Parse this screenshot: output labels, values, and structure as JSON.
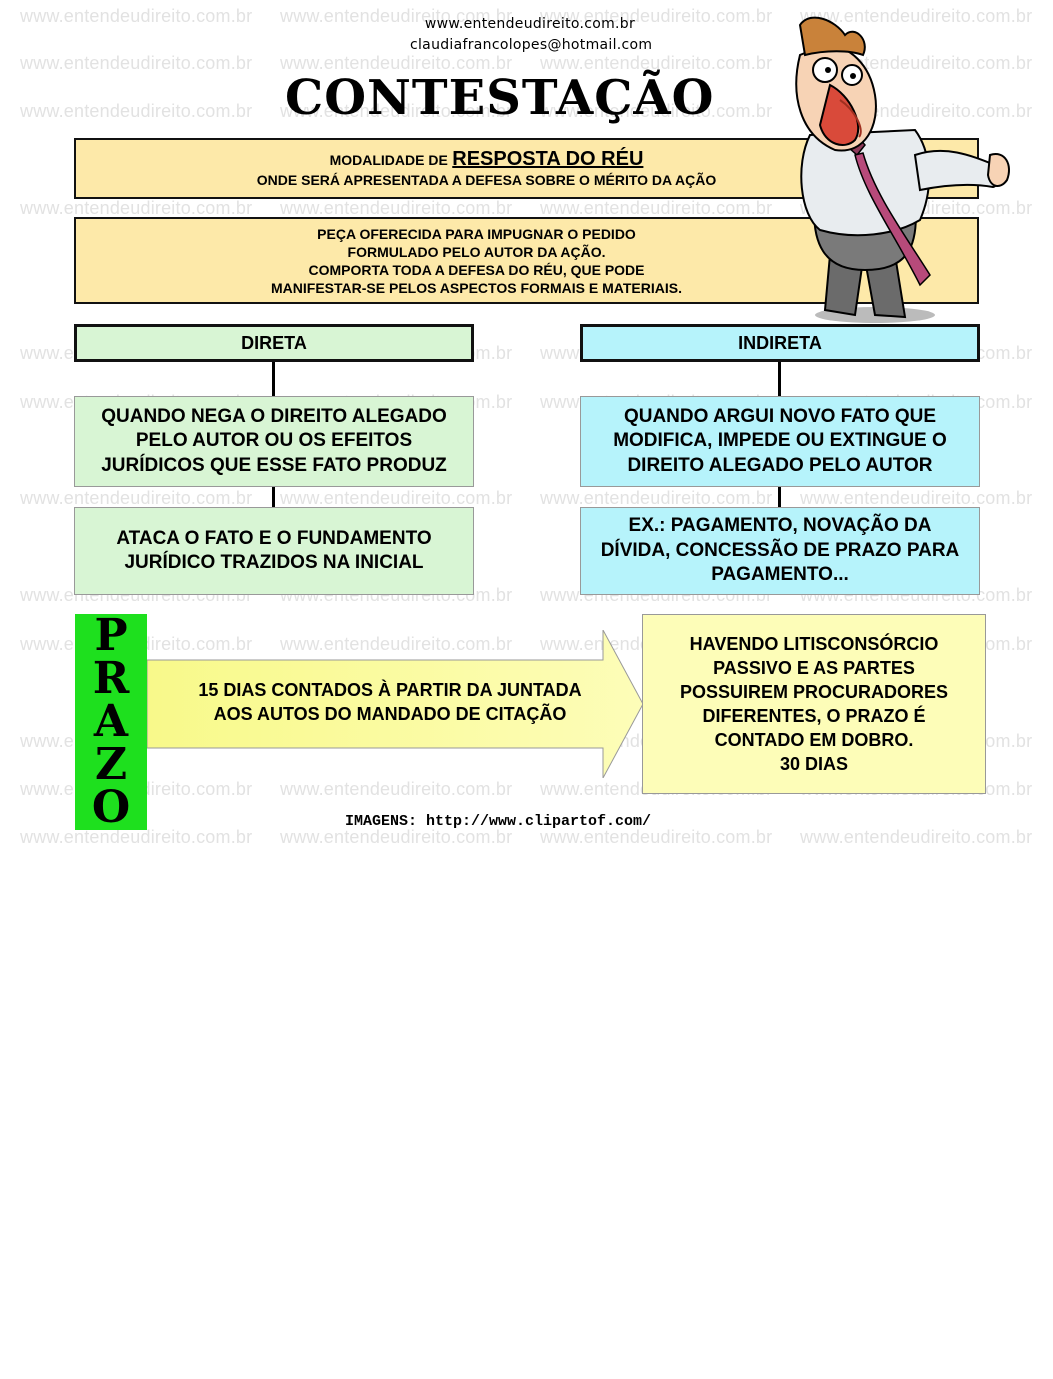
{
  "watermark": "www.entendeudireito.com.br",
  "header": {
    "site": "www.entendeudireito.com.br",
    "email": "claudiafrancolopes@hotmail.com"
  },
  "title": "CONTESTAÇÃO",
  "box1": {
    "prefix": "MODALIDADE DE",
    "emphasis": "RESPOSTA DO RÉU",
    "line2": "ONDE SERÁ APRESENTADA A DEFESA SOBRE O MÉRITO DA AÇÃO"
  },
  "box2": {
    "lines": [
      "PEÇA OFERECIDA PARA IMPUGNAR O PEDIDO",
      "FORMULADO PELO AUTOR DA AÇÃO.",
      "COMPORTA TODA A DEFESA DO RÉU, QUE PODE",
      "MANIFESTAR-SE PELOS ASPECTOS FORMAIS E MATERIAIS."
    ]
  },
  "direta": {
    "header": "DIRETA",
    "box1": [
      "QUANDO NEGA O DIREITO ALEGADO",
      "PELO AUTOR OU OS EFEITOS",
      "JURÍDICOS QUE ESSE FATO PRODUZ"
    ],
    "box2": [
      "ATACA O FATO E O FUNDAMENTO",
      "JURÍDICO TRAZIDOS NA INICIAL"
    ]
  },
  "indireta": {
    "header": "INDIRETA",
    "box1": [
      "QUANDO ARGUI NOVO FATO QUE",
      "MODIFICA, IMPEDE OU EXTINGUE O",
      "DIREITO ALEGADO PELO AUTOR"
    ],
    "box2": [
      "EX.: PAGAMENTO, NOVAÇÃO DA",
      "DÍVIDA, CONCESSÃO DE PRAZO PARA",
      "PAGAMENTO..."
    ]
  },
  "prazo": {
    "letters": [
      "P",
      "R",
      "A",
      "Z",
      "O"
    ],
    "arrow_lines": [
      "15 DIAS CONTADOS À PARTIR DA JUNTADA",
      "AOS AUTOS DO MANDADO DE CITAÇÃO"
    ],
    "box_lines": [
      "HAVENDO LITISCONSÓRCIO",
      "PASSIVO E AS PARTES",
      "POSSUIREM PROCURADORES",
      "DIFERENTES, O PRAZO É",
      "CONTADO EM DOBRO.",
      "30 DIAS"
    ]
  },
  "footer": "IMAGENS: http://www.clipartof.com/",
  "colors": {
    "yellow_box": "#fde9a9",
    "green_box": "#d8f5d4",
    "cyan_box": "#b6f3fb",
    "prazo_green": "#1ee01e",
    "arrow_yellow": "#fdfda0"
  }
}
